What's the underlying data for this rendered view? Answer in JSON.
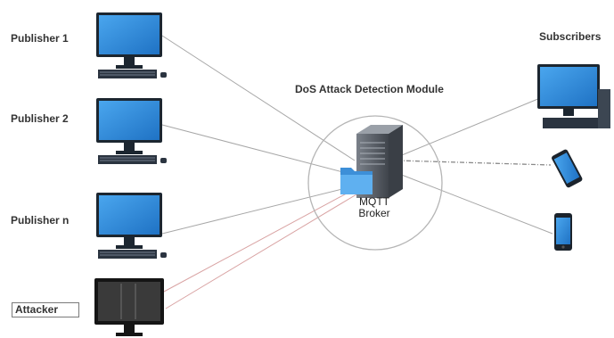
{
  "labels": {
    "publisher_1": "Publisher 1",
    "publisher_2": "Publisher 2",
    "publisher_n": "Publisher n",
    "attacker": "Attacker",
    "subscribers": "Subscribers",
    "module": "DoS Attack Detection Module",
    "broker_line1": "MQTT",
    "broker_line2": "Broker"
  },
  "colors": {
    "monitor_blue": "#2f8fdd",
    "monitor_frame": "#1c2630",
    "attacker_screen": "#3a3a3a",
    "line_normal": "#a7a7a7",
    "line_attack": "#d9a3a3",
    "circle": "#b5b5b5",
    "server": "#5b6068"
  },
  "icons": [
    "desktop-computer-icon",
    "smartphone-icon",
    "server-icon",
    "folder-icon"
  ]
}
